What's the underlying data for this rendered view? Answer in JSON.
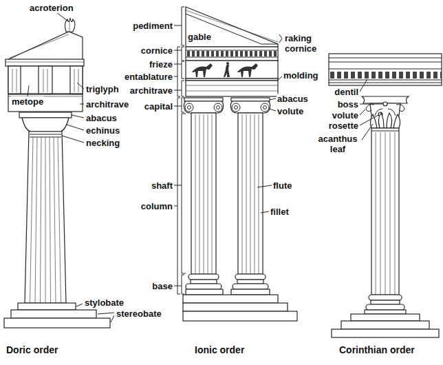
{
  "diagram": {
    "labels": [
      "acroterion",
      "triglyph",
      "metope",
      "architrave",
      "abacus",
      "echinus",
      "necking",
      "stylobate",
      "stereobate",
      "Doric order",
      "pediment",
      "gable",
      "raking cornice",
      "cornice",
      "frieze",
      "entablature",
      "architrave",
      "molding",
      "capital",
      "abacus",
      "volute",
      "shaft",
      "column",
      "flute",
      "fillet",
      "base",
      "Ionic order",
      "dentil",
      "boss",
      "volute",
      "rosette",
      "acanthus leaf",
      "Corinthian order"
    ]
  }
}
